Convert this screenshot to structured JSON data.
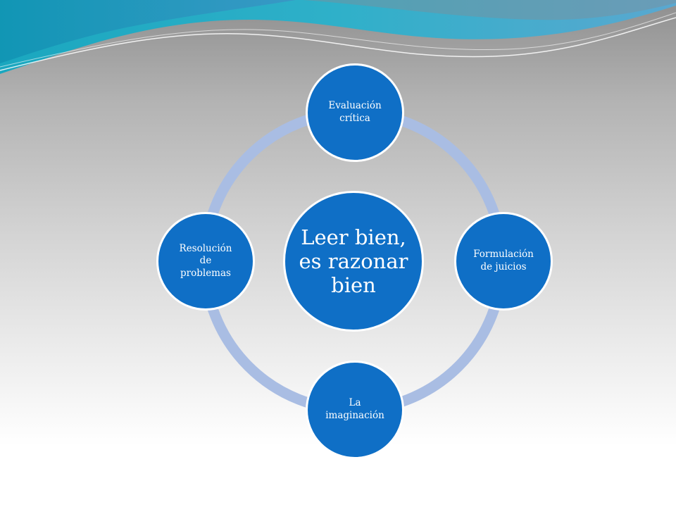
{
  "colors": {
    "node_fill": "#0f6fc6",
    "ring": "#a9bde3",
    "text": "#ffffff"
  },
  "diagram": {
    "center": "Leer bien,\nes razonar\nbien",
    "nodes": [
      {
        "label": "Evaluación\ncrítica"
      },
      {
        "label": "Formulación\nde juicios"
      },
      {
        "label": "La\nimaginación"
      },
      {
        "label": "Resolución\nde\nproblemas"
      }
    ]
  }
}
